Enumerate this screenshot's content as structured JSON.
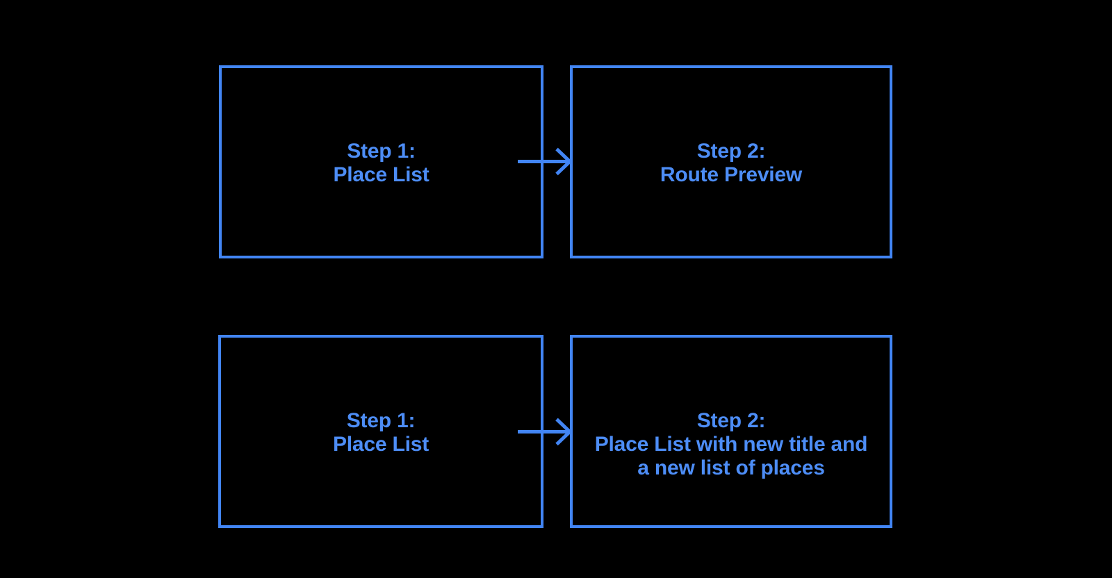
{
  "theme": {
    "background": "#000000",
    "accent": "#4285F4",
    "label_color": "#4D8DF6"
  },
  "diagram": {
    "flow_top": {
      "from": {
        "lines": {
          "0": "Step 1:",
          "1": "Place List"
        }
      },
      "to": {
        "lines": {
          "0": "Step 2:",
          "1": "Route Preview"
        }
      }
    },
    "flow_bottom": {
      "from": {
        "lines": {
          "0": "Step 1:",
          "1": "Place List"
        }
      },
      "to": {
        "lines": {
          "0": "Step 2:",
          "1": "Place List with new title and",
          "2": "a new list of places"
        }
      }
    },
    "arrow_glyph": "right-arrow"
  }
}
